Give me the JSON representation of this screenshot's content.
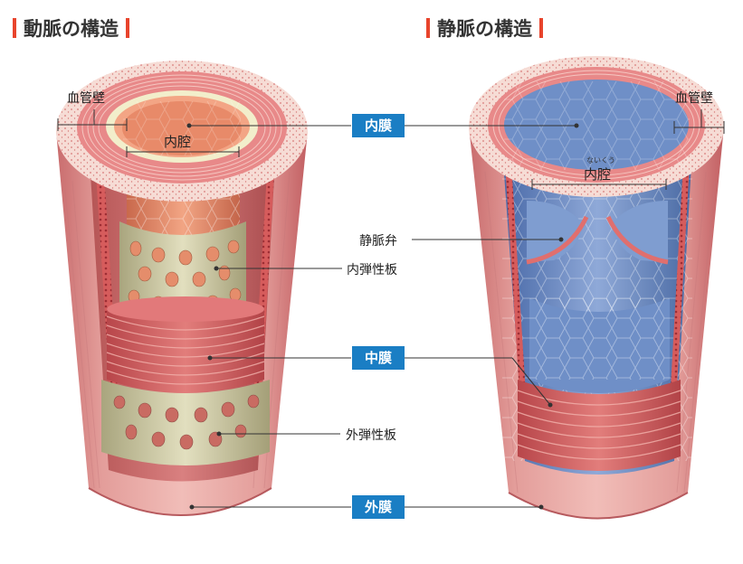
{
  "titles": {
    "artery": "動脈の構造",
    "vein": "静脈の構造"
  },
  "layers": {
    "intima": "内膜",
    "media": "中膜",
    "adventitia": "外膜"
  },
  "labels": {
    "wall": "血管壁",
    "lumen": "内腔",
    "lumen_ruby": "ないくう",
    "internal_elastic": "内弾性板",
    "external_elastic": "外弾性板",
    "valve": "静脈弁"
  },
  "colors": {
    "accent": "#e8442c",
    "label_box": "#1a7ec4",
    "vessel_wall": "#e8a7a3",
    "muscle": "#d9605e",
    "artery_endothelium": "#e99470",
    "elastic_lamina": "#d2ceaa",
    "vein_endothelium": "#6f8fc7"
  }
}
